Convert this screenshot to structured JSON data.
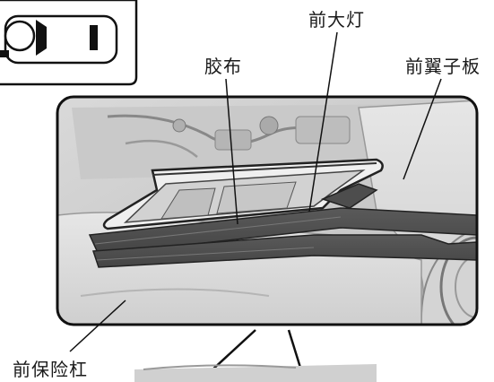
{
  "labels": {
    "headlight": "前大灯",
    "tape": "胶布",
    "fender": "前翼子板",
    "bumper": "前保险杠"
  }
}
